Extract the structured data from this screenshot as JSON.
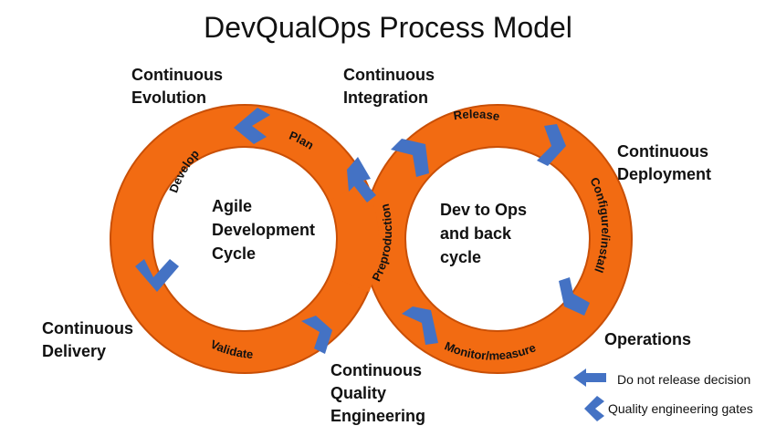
{
  "title": "DevQualOps Process Model",
  "outer_labels": {
    "continuous_evolution": "Continuous\nEvolution",
    "continuous_integration": "Continuous\nIntegration",
    "continuous_deployment": "Continuous\nDeployment",
    "continuous_delivery": "Continuous\nDelivery",
    "continuous_quality_engineering": "Continuous\nQuality\nEngineering",
    "operations": "Operations"
  },
  "left_ring": {
    "center": [
      "Agile",
      "Development",
      "Cycle"
    ],
    "stages": {
      "plan": "Plan",
      "develop": "Develop",
      "validate": "Validate",
      "preproduction": "Preproduction"
    }
  },
  "right_ring": {
    "center": [
      "Dev to Ops",
      "and back",
      "cycle"
    ],
    "stages": {
      "release": "Release",
      "configure": "Configure/install",
      "monitor": "Monitor/measure"
    }
  },
  "legend": {
    "release_decision": "Do not release decision",
    "quality_gates": "Quality engineering gates"
  },
  "colors": {
    "ring": "#f26b12",
    "ring_edge": "#c94f06",
    "gate": "#4472c4"
  }
}
